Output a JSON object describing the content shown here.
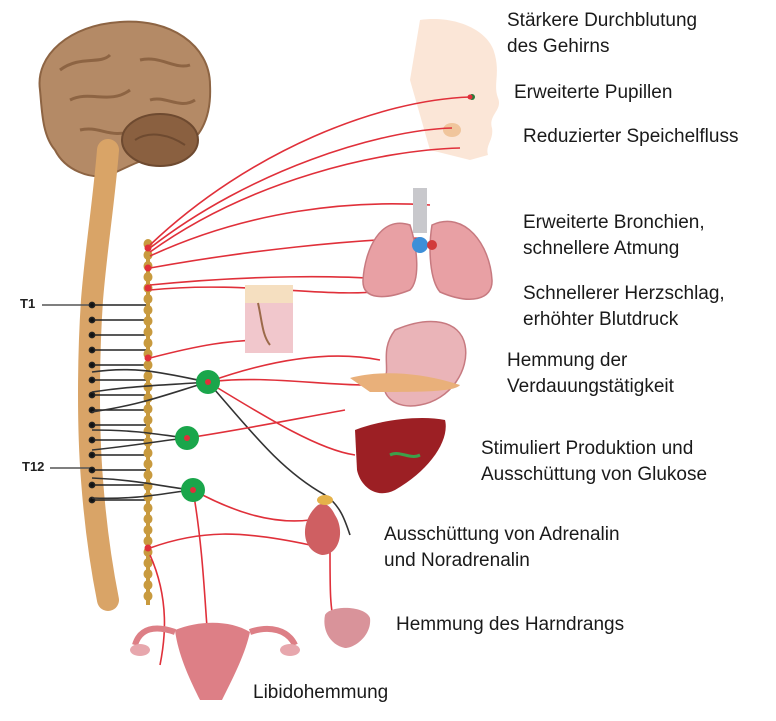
{
  "segments": {
    "upper": "T1",
    "lower": "T12"
  },
  "effects": {
    "brain": {
      "line1": "Stärkere Durchblutung",
      "line2": "des Gehirns"
    },
    "pupils": {
      "line1": "Erweiterte Pupillen"
    },
    "saliva": {
      "line1": "Reduzierter Speichelfluss"
    },
    "bronchi": {
      "line1": "Erweiterte Bronchien,",
      "line2": "schnellere Atmung"
    },
    "heart": {
      "line1": "Schnellerer Herzschlag,",
      "line2": "erhöhter Blutdruck"
    },
    "digestion": {
      "line1": "Hemmung der",
      "line2": "Verdauungstätigkeit"
    },
    "glucose": {
      "line1": "Stimuliert Produktion und",
      "line2": "Ausschüttung von Glukose"
    },
    "adrenalin": {
      "line1": "Ausschüttung von Adrenalin",
      "line2": "und Noradrenalin"
    },
    "bladder": {
      "line1": "Hemmung des Harndrangs"
    },
    "libido": {
      "line1": "Libidohemmung"
    }
  },
  "colors": {
    "nerve": "#e0303a",
    "cord": "#d9a467",
    "chain": "#c89a3e",
    "ganglion": "#1aa64b",
    "organ_pink": "#e8a0a4",
    "liver": "#9c1f24"
  }
}
